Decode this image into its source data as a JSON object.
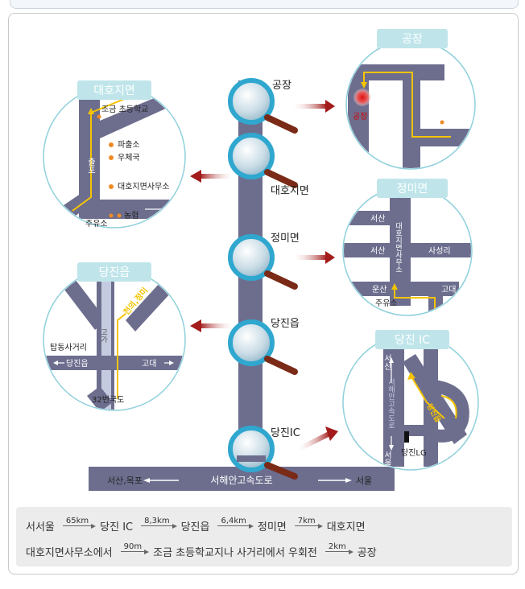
{
  "main": {
    "stops": {
      "gongjang": "공장",
      "daeho": "대호지면",
      "jeongmi": "정미면",
      "dangjin": "당진읍",
      "dangjin_ic": "당진IC"
    },
    "highway": {
      "name": "서해안고속도로",
      "left": "서산,목포",
      "right": "서울"
    }
  },
  "insets": {
    "daeho": {
      "title": "대호지면",
      "school": "조금 초등학교",
      "police": "파출소",
      "post": "우체국",
      "office": "대호지면사무소",
      "station": "주유소",
      "nonghyup": "농협",
      "road": "출포"
    },
    "gongjang": {
      "title": "공장",
      "factory": "공장"
    },
    "jeongmi": {
      "title": "정미면",
      "seosan1": "서산",
      "seosan2": "서산",
      "sasung": "사성리",
      "unsan": "운산",
      "godae": "고대",
      "station": "주유소",
      "office": "대호지면사무소"
    },
    "dangjin": {
      "title": "당진읍",
      "tapdong": "탑동사거리",
      "dangjin_road": "당진읍",
      "godae": "고대",
      "route": "32번국도",
      "overpass": "고가",
      "cheonui": "천의,정미"
    },
    "ic": {
      "title": "당진 IC",
      "seosan": "서산",
      "seoul": "서울",
      "highway": "서해안고속도로",
      "lg": "당진LG",
      "dangjin": "당진읍"
    }
  },
  "legend": {
    "row1": [
      {
        "stop": "서서울"
      },
      {
        "dist": "65km"
      },
      {
        "stop": "당진 IC"
      },
      {
        "dist": "8,3km"
      },
      {
        "stop": "당진읍"
      },
      {
        "dist": "6,4km"
      },
      {
        "stop": "정미면"
      },
      {
        "dist": "7km"
      },
      {
        "stop": "대호지면"
      }
    ],
    "row2": [
      {
        "stop": "대호지면사무소에서"
      },
      {
        "dist": "90m"
      },
      {
        "stop": "조금 초등학교지나 사거리에서 우회전"
      },
      {
        "dist": "2km"
      },
      {
        "stop": "공장"
      }
    ]
  },
  "colors": {
    "road": "#6d6e8e",
    "accent": "#a31b1b",
    "title_bg": "#bfe5ea",
    "title_fg": "#ffffff",
    "route": "#f5c400",
    "legend_bg": "#ececec"
  }
}
